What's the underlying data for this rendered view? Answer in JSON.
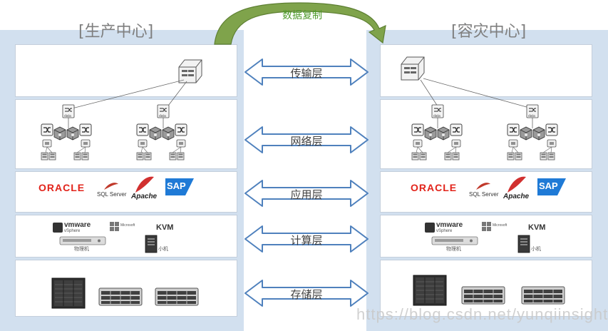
{
  "centers": {
    "production": {
      "title": "[生产中心]"
    },
    "disaster": {
      "title": "[容灾中心]"
    }
  },
  "replication": {
    "label": "数据复制"
  },
  "layers": [
    {
      "label": "传输层"
    },
    {
      "label": "网络层"
    },
    {
      "label": "应用层"
    },
    {
      "label": "计算层"
    },
    {
      "label": "存储层"
    }
  ],
  "logos": {
    "oracle": "ORACLE",
    "sql_server": "SQL Server",
    "apache": "Apache",
    "sap": "SAP",
    "vmware": "vmware",
    "vsphere": "vSphere",
    "microsoft": "Microsoft",
    "kvm": "KVM"
  },
  "captions": {
    "physical_machine": "物理机",
    "mini_machine": "小机"
  },
  "network_icon_label": "data",
  "watermark": "https://blog.csdn.net/yunqiinsight",
  "colors": {
    "panel": "#d2e0ef",
    "arrow_stroke": "#4f81bd",
    "replication_arrow": "#6f9a3c",
    "oracle_red": "#e2231a",
    "sap_blue": "#1f7ad6"
  }
}
